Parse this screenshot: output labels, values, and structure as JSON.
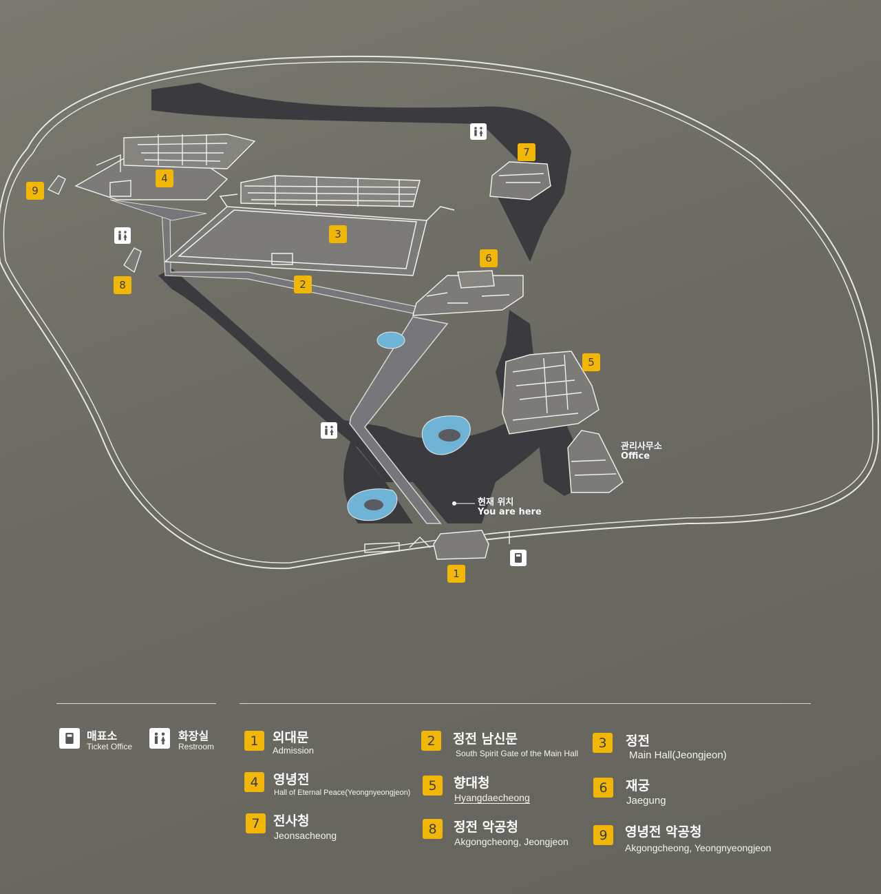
{
  "map": {
    "office_label_ko": "관리사무소",
    "office_label_en": "Office",
    "here_label_ko": "현재 위치",
    "here_label_en": "You are here",
    "badges": [
      "1",
      "2",
      "3",
      "4",
      "5",
      "6",
      "7",
      "8",
      "9"
    ],
    "restroom_icon": "restroom-icon",
    "ticket_icon": "ticket-office-icon"
  },
  "legend": {
    "facilities": [
      {
        "ko": "매표소",
        "en": "Ticket Office",
        "icon": "ticket-office-icon"
      },
      {
        "ko": "화장실",
        "en": "Restroom",
        "icon": "restroom-icon"
      }
    ],
    "items": [
      {
        "num": "1",
        "ko": "외대문",
        "en": "Admission"
      },
      {
        "num": "2",
        "ko": "정전 남신문",
        "en": "South Spirit Gate of the Main Hall"
      },
      {
        "num": "3",
        "ko": "정전",
        "en": "Main Hall(Jeongjeon)"
      },
      {
        "num": "4",
        "ko": "영녕전",
        "en": "Hall of Eternal Peace(Yeongnyeongjeon)"
      },
      {
        "num": "5",
        "ko": "향대청",
        "en": "Hyangdaecheong"
      },
      {
        "num": "6",
        "ko": "재궁",
        "en": "Jaegung"
      },
      {
        "num": "7",
        "ko": "전사청",
        "en": "Jeonsacheong"
      },
      {
        "num": "8",
        "ko": "정전 악공청",
        "en": "Akgongcheong, Jeongjeon"
      },
      {
        "num": "9",
        "ko": "영녕전 악공청",
        "en": "Akgongcheong, Yeongnyeongjeon"
      }
    ]
  },
  "colors": {
    "badge": "#f2b705",
    "panel": "#6f6e66",
    "path": "#3b3a3f",
    "pond": "#6fb4d6",
    "line": "#e8e8e2"
  }
}
